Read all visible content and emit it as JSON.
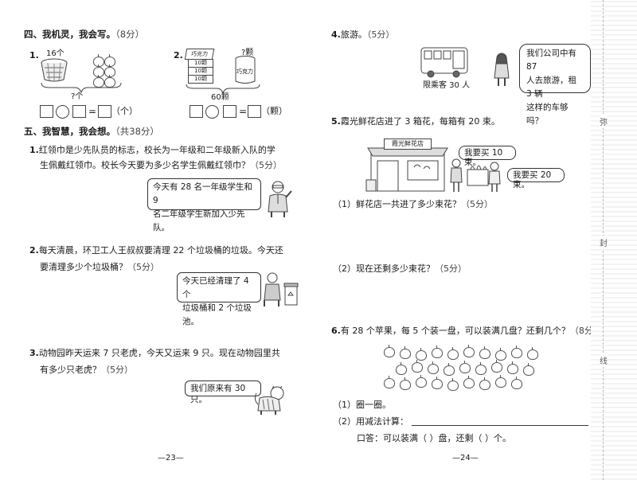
{
  "left": {
    "section4": {
      "title": "四、我机灵，我会写。",
      "score": "（8分）"
    },
    "q1": {
      "num": "1.",
      "top_label": "16个",
      "bottom_label": "?个",
      "unit": "（个）"
    },
    "q2": {
      "num": "2.",
      "box_labels": [
        "巧克力",
        "10颗",
        "10颗",
        "10颗"
      ],
      "bottle_label": "?颗",
      "bottle_text": "巧克力",
      "bottom_label": "60颗",
      "unit": "（颗）"
    },
    "section5": {
      "title": "五、我智慧，我会想。",
      "score": "（共38分）"
    },
    "p1": {
      "num": "1.",
      "line1": "红领巾是少先队员的标志，校长为一年级和二年级新入队的学",
      "line2": "生佩戴红领巾。校长今天要为多少名学生佩戴红领巾？",
      "score": "（5分）",
      "bubble1": "今天有 28 名一年级学生和 9",
      "bubble2": "名二年级学生新加入少先队。"
    },
    "p2": {
      "num": "2.",
      "line1": "每天清晨，环卫工人王叔叔要清理 22 个垃圾桶的垃圾。今天还",
      "line2": "要清理多少个垃圾桶？",
      "score": "（5分）",
      "bubble1": "今天已经清理了 4 个",
      "bubble2": "垃圾桶和 2 个垃圾池。"
    },
    "p3": {
      "num": "3.",
      "line1": "动物园昨天运来 7 只老虎，今天又运来 9 只。现在动物园里共",
      "line2": "有多少只老虎？",
      "score": "（5分）",
      "bubble": "我们原来有 30 只。"
    },
    "page_number": "—23—"
  },
  "right": {
    "q4": {
      "num": "4.",
      "title": "旅游。",
      "score": "（5分）",
      "caption": "限乘客 30 人",
      "bubble1": "我们公司中有 87",
      "bubble2": "人去旅游，租 3 辆",
      "bubble3": "这样的车够吗？"
    },
    "q5": {
      "num": "5.",
      "title": "霞光鲜花店进了 3 箱花，每箱有 20 束。",
      "shop_sign": "霞光鲜花店",
      "bubble_a": "我要买 10 束。",
      "bubble_b": "我要买 20 束。",
      "sub1": "（1）鲜花店一共进了多少束花？",
      "sub1_score": "（5分）",
      "sub2": "（2）现在还剩多少束花？",
      "sub2_score": "（5分）"
    },
    "q6": {
      "num": "6.",
      "title": "有 28 个苹果，每 5 个装一盘，可以装满几盘？还剩几个？",
      "score": "（8分）",
      "apple_count": 28,
      "sub1": "（1）圈一圈。",
      "sub2": "（2）用减法计算：",
      "answer": "口答：可以装满（    ）盘，还剩（    ）个。"
    },
    "page_number": "—24—"
  },
  "binding": {
    "labels": [
      "弥",
      "封",
      "线"
    ]
  }
}
